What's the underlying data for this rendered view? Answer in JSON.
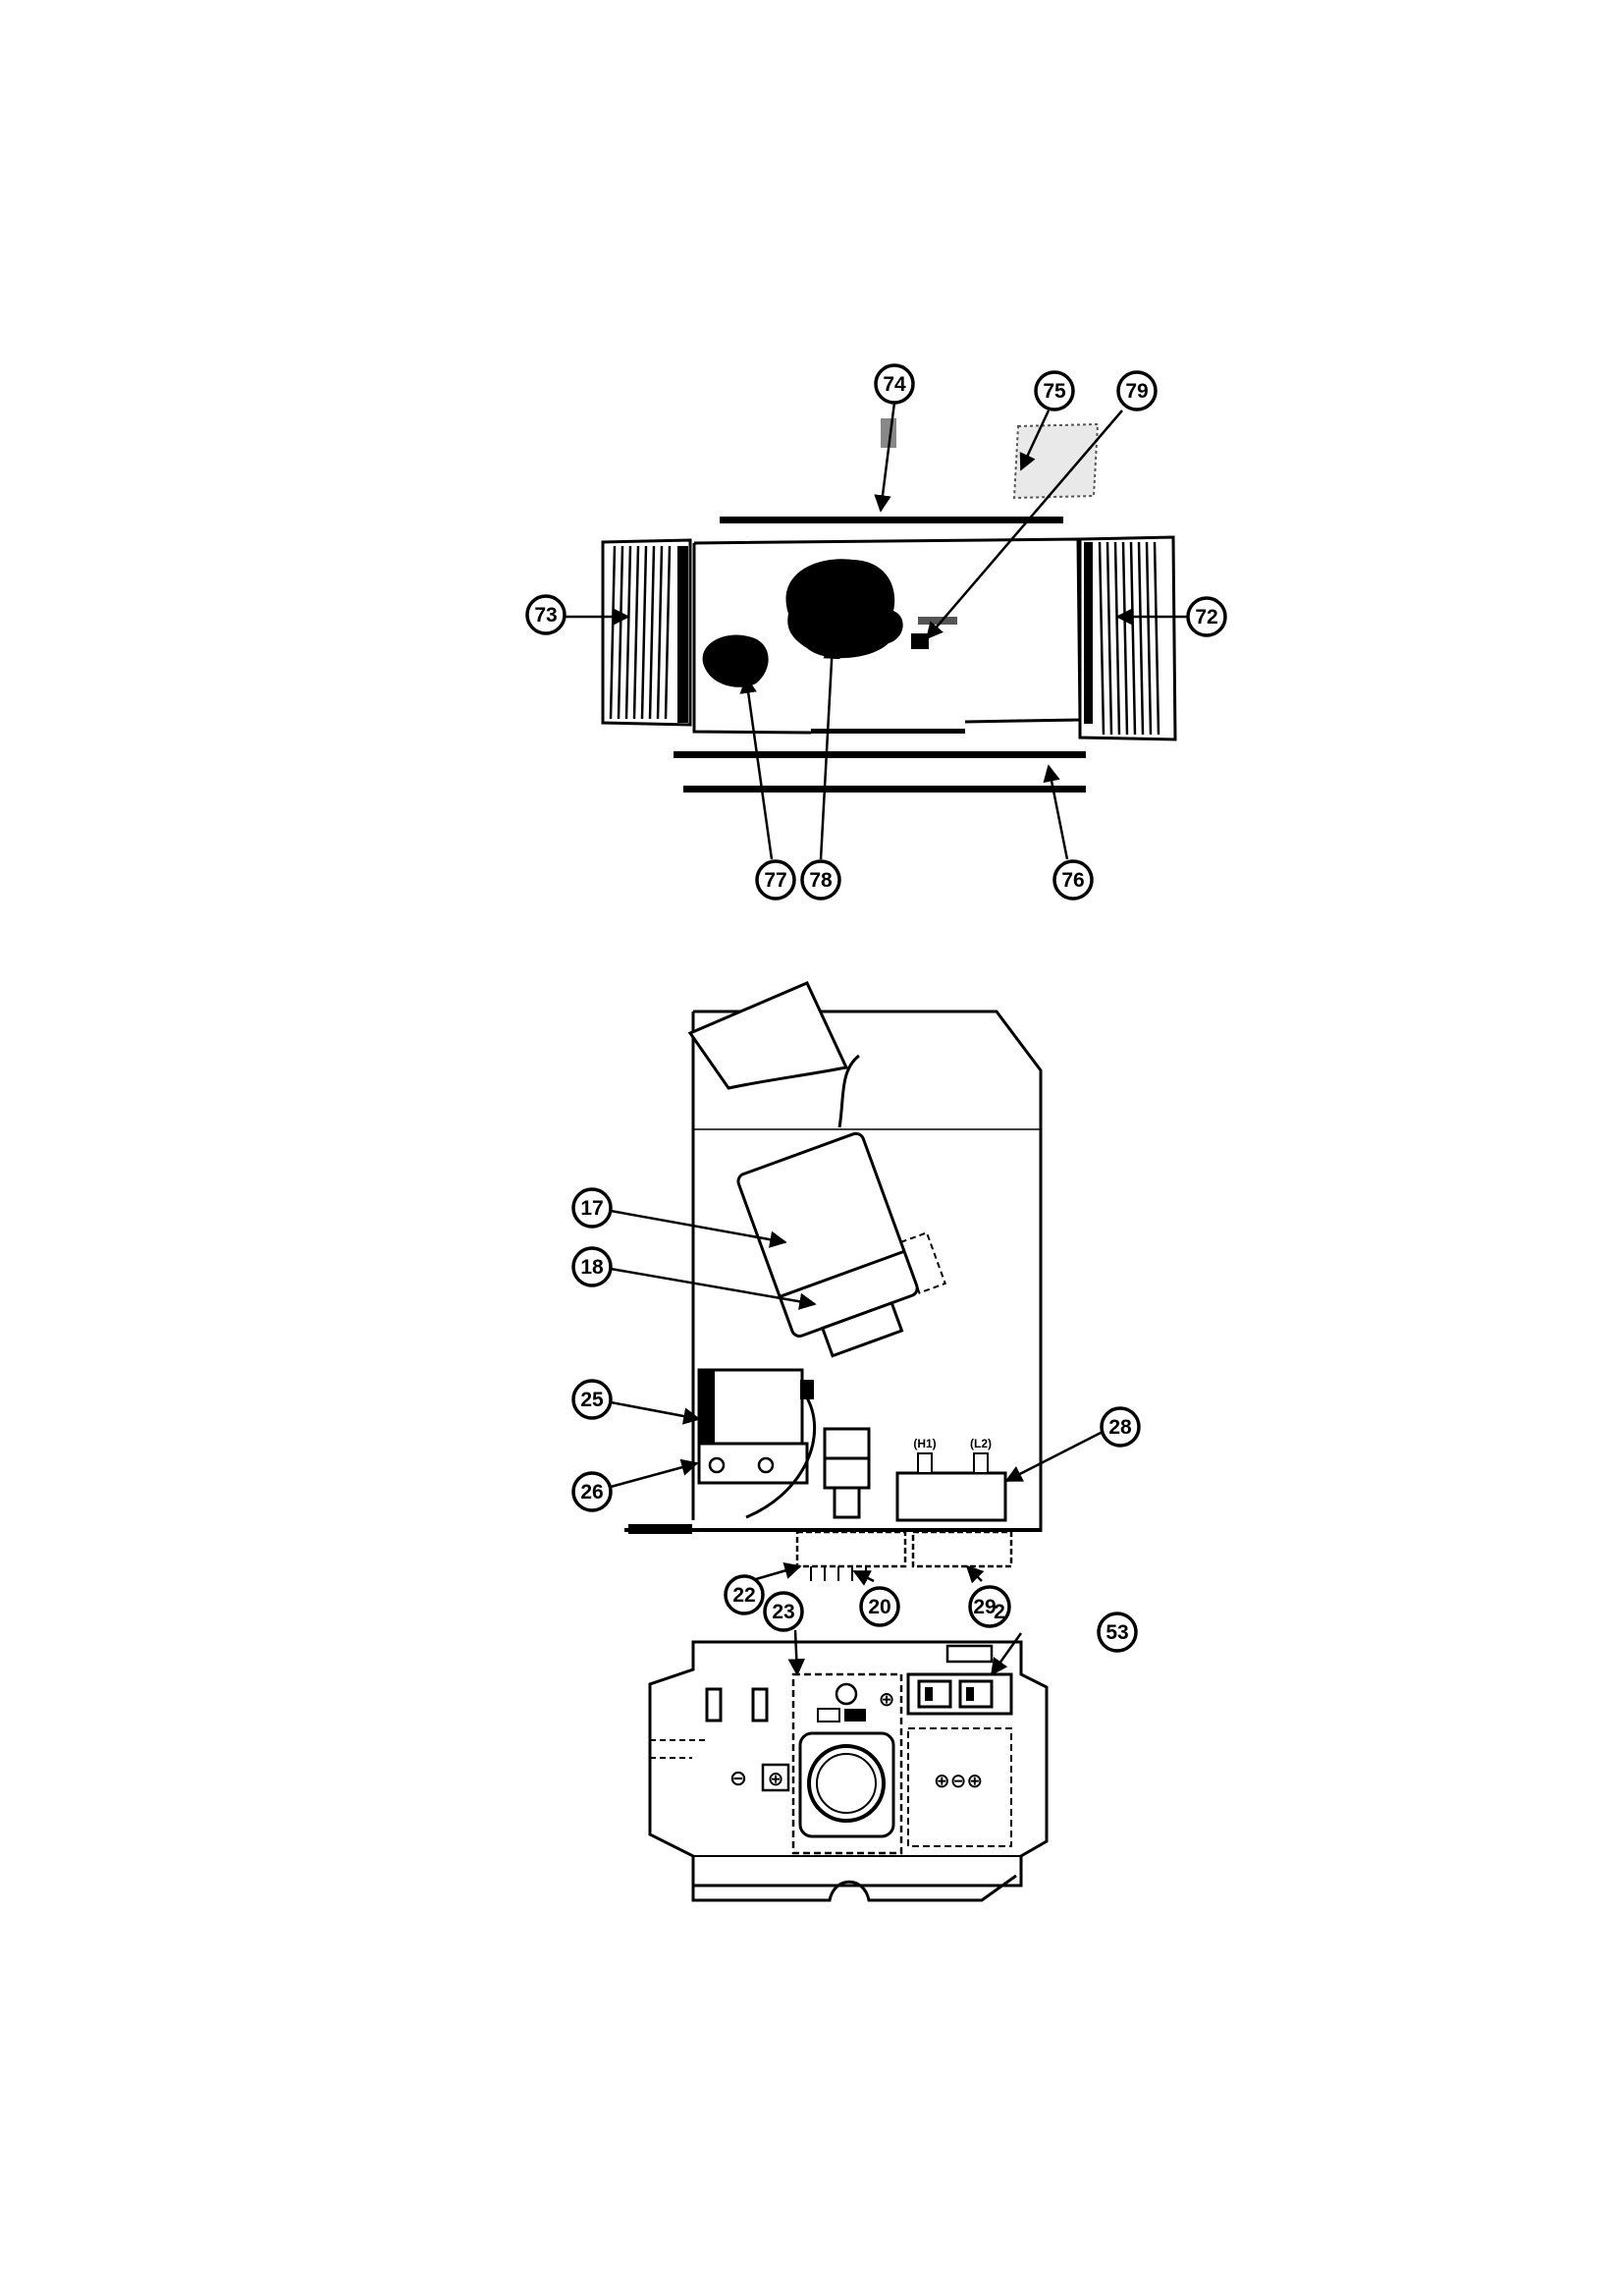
{
  "callouts": {
    "c74": "74",
    "c75": "75",
    "c79": "79",
    "c73": "73",
    "c72": "72",
    "c77": "77",
    "c78": "78",
    "c76": "76",
    "c17": "17",
    "c18": "18",
    "c25": "25",
    "c26": "26",
    "c28": "28",
    "c22": "22",
    "c23": "23",
    "c20": "20",
    "c29": "29",
    "c29_sub": "2",
    "c53": "53"
  },
  "terminal_labels": {
    "h1": "(H1)",
    "l2": "(L2)"
  },
  "colors": {
    "ink": "#000000",
    "paper": "#ffffff"
  }
}
